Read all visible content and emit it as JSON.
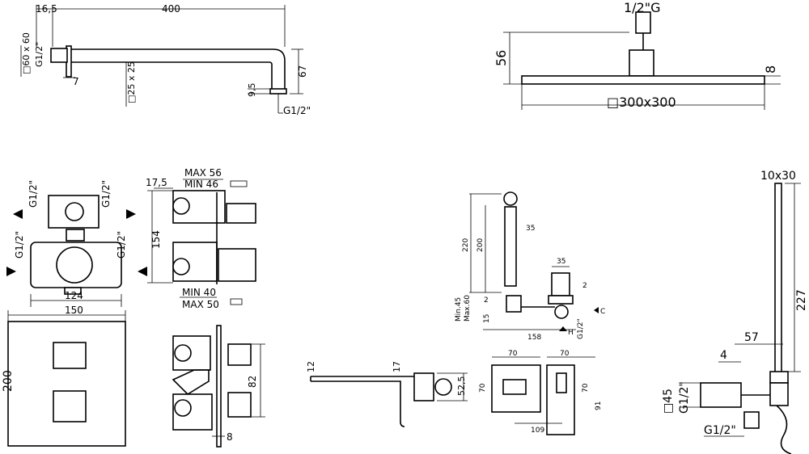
{
  "arm": {
    "d_top_small": "16,5",
    "d_length": "400",
    "d_square": "□60 x 60",
    "d_thread_left": "G1/2\"",
    "d_plate": "7",
    "d_tube": "□25 x 25",
    "d_drop": "67",
    "d_small": "9,5",
    "d_thread_right": "G1/2\""
  },
  "showerhead": {
    "thread": "1/2\"G",
    "height": "56",
    "thickness": "8",
    "size": "□300x300"
  },
  "valve_front": {
    "g_tl": "G1/2\"",
    "g_tr": "G1/2\"",
    "g_ml": "G1/2\"",
    "g_mr": "G1/2\"",
    "w_inner": "124",
    "w_plate": "150",
    "h_plate": "200"
  },
  "valve_side": {
    "d_offset": "17,5",
    "max56": "MAX 56",
    "min46": "MIN 46",
    "height": "154",
    "min40": "MIN 40",
    "max50": "MAX 50",
    "depth": "82",
    "thick": "8"
  },
  "spout": {
    "d12": "12",
    "d17": "17",
    "d52": "52,5"
  },
  "mixer": {
    "d220": "220",
    "d200": "200",
    "d35a": "35",
    "d35b": "35",
    "d2a": "2",
    "d2b": "2",
    "min45": "Min.45",
    "max60": "Max.60",
    "d15": "15",
    "d158": "158",
    "g12": "G1/2\"",
    "h": "H",
    "c": "C",
    "w70a": "70",
    "w70b": "70",
    "h70a": "70",
    "h70b": "70",
    "d91": "91",
    "d109": "109"
  },
  "handshower": {
    "bar": "10x30",
    "len": "227",
    "d57": "57",
    "d4": "4",
    "sq45": "□45",
    "g_side": "G1/2\"",
    "g_bottom": "G1/2\""
  }
}
